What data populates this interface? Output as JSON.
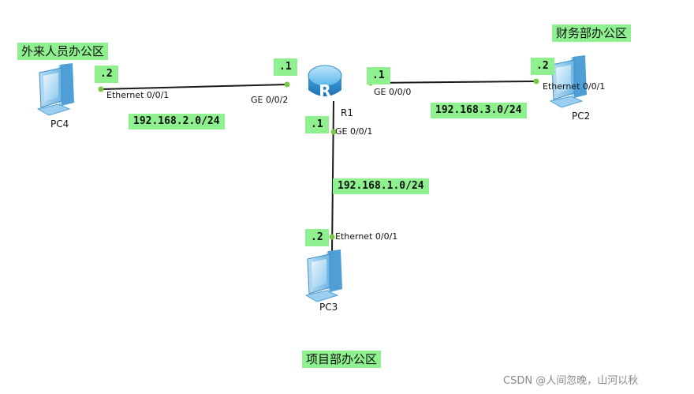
{
  "zones": {
    "guest": "外来人员办公区",
    "finance": "财务部办公区",
    "project": "项目部办公区"
  },
  "devices": {
    "router": "R1",
    "pc4": "PC4",
    "pc2": "PC2",
    "pc3": "PC3"
  },
  "ports": {
    "r1_ge002": "GE 0/0/2",
    "r1_ge000": "GE 0/0/0",
    "r1_ge001": "GE 0/0/1",
    "pc4_eth": "Ethernet 0/0/1",
    "pc2_eth": "Ethernet 0/0/1",
    "pc3_eth": "Ethernet 0/0/1"
  },
  "hosts": {
    "r1_ge002": ".1",
    "r1_ge000": ".1",
    "r1_ge001": ".1",
    "pc4": ".2",
    "pc2": ".2",
    "pc3": ".2"
  },
  "subnets": {
    "left": "192.168.2.0/24",
    "right": "192.168.3.0/24",
    "bottom": "192.168.1.0/24"
  },
  "watermark": "CSDN @人间忽晚，山河以秋",
  "colors": {
    "label_bg": "#8ff08f",
    "link": "#1a1a1a",
    "port_dot": "#7ac943",
    "router_body": "#4aa3df"
  },
  "icons": {
    "router": "router-icon",
    "pc": "computer-icon"
  }
}
